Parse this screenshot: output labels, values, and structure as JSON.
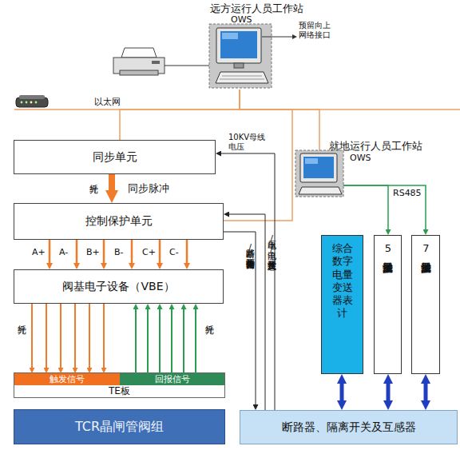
{
  "diagram": {
    "nodes": [
      {
        "text": [
          "远方运行人员工作站",
          "OWS"
        ]
      },
      {
        "text": [
          "同步单元"
        ]
      },
      {
        "text": [
          "控制保护单元"
        ]
      },
      {
        "text": [
          "阀基电子设备（VBE）"
        ]
      },
      {
        "text": [
          "就地运行人员工作站",
          "OWS"
        ]
      },
      {
        "text": [
          "综合数字电量变送器表计"
        ]
      },
      {
        "text": [
          "5次滤波器保护单元"
        ]
      },
      {
        "text": [
          "7次滤波器保护单元"
        ]
      },
      {
        "text": [
          "TE板"
        ]
      },
      {
        "text": [
          "触发信号"
        ],
        "in": 8
      },
      {
        "text": [
          "回报信号"
        ],
        "in": 8
      },
      {
        "text": [
          "TCR晶闸管阀组"
        ]
      },
      {
        "text": [
          "断路器、隔离开关及互感器"
        ]
      }
    ],
    "edges": [
      {
        "from": 0,
        "to": 1,
        "arrow": "none"
      },
      {
        "from": 0,
        "to": 2,
        "arrow": "none"
      },
      {
        "from": 0,
        "to": 4,
        "arrow": "none"
      },
      {
        "from": 1,
        "to": 2,
        "label": "同步脉冲",
        "arrow": "to"
      },
      {
        "from": 2,
        "to": 3,
        "label": "A+",
        "arrow": "to"
      },
      {
        "from": 2,
        "to": 3,
        "label": "A-",
        "arrow": "to"
      },
      {
        "from": 2,
        "to": 3,
        "label": "B+",
        "arrow": "to"
      },
      {
        "from": 2,
        "to": 3,
        "label": "B-",
        "arrow": "to"
      },
      {
        "from": 2,
        "to": 3,
        "label": "C+",
        "arrow": "to"
      },
      {
        "from": 2,
        "to": 3,
        "label": "C-",
        "arrow": "to"
      },
      {
        "from": 3,
        "to": 9,
        "arrow": "to"
      },
      {
        "from": 3,
        "to": 9,
        "arrow": "to"
      },
      {
        "from": 3,
        "to": 9,
        "arrow": "to"
      },
      {
        "from": 3,
        "to": 9,
        "arrow": "to"
      },
      {
        "from": 3,
        "to": 9,
        "arrow": "to"
      },
      {
        "from": 3,
        "to": 9,
        "arrow": "to"
      },
      {
        "from": 10,
        "to": 3,
        "arrow": "to"
      },
      {
        "from": 10,
        "to": 3,
        "arrow": "to"
      },
      {
        "from": 10,
        "to": 3,
        "arrow": "to"
      },
      {
        "from": 10,
        "to": 3,
        "arrow": "to"
      },
      {
        "from": 10,
        "to": 3,
        "arrow": "to"
      },
      {
        "from": 10,
        "to": 3,
        "arrow": "to"
      },
      {
        "from": 2,
        "to": 12,
        "label": "断路器/隔离开关分合闸指令",
        "arrow": "to"
      },
      {
        "from": 12,
        "to": 2,
        "label": "电压/电流/开关位置状态",
        "arrow": "to"
      },
      {
        "from": 12,
        "to": 1,
        "label": "10KV母线电压",
        "arrow": "to"
      },
      {
        "from": 4,
        "to": 6,
        "label": "RS485",
        "arrow": "to"
      },
      {
        "from": 4,
        "to": 7,
        "arrow": "to"
      },
      {
        "from": 5,
        "to": 12,
        "arrow": "both"
      },
      {
        "from": 6,
        "to": 12,
        "arrow": "both"
      },
      {
        "from": 7,
        "to": 12,
        "arrow": "both"
      }
    ],
    "labels": [
      "预留向上网络接口",
      "以太网",
      "光纤",
      "光纤",
      "光纤"
    ]
  }
}
